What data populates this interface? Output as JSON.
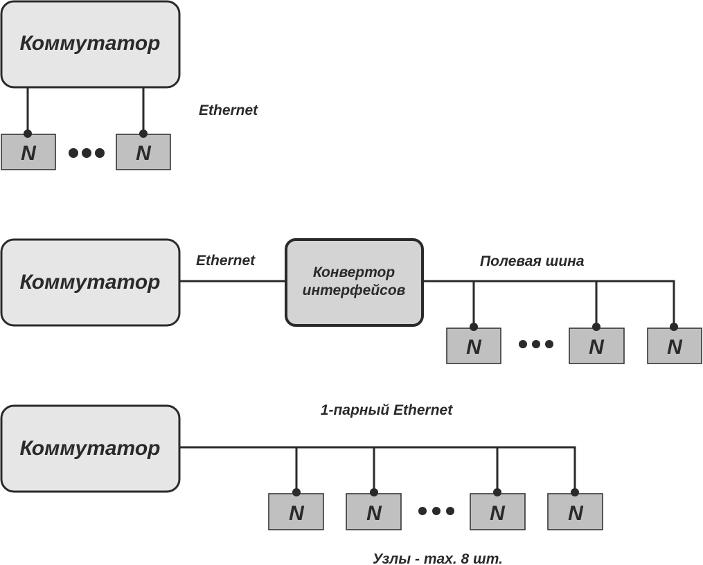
{
  "switch_label": "Коммутатор",
  "node_label": "N",
  "converter_label": [
    "Конвертор",
    "интерфейсов"
  ],
  "diagram1": {
    "network_label": "Ethernet"
  },
  "diagram2": {
    "network_label": "Ethernet",
    "bus_label": "Полевая шина"
  },
  "diagram3": {
    "network_label": "1-парный Ethernet",
    "nodes_caption": "Узлы - max. 8 шт."
  },
  "colors": {
    "box_fill": "#e6e6e6",
    "node_fill": "#c0c0c0",
    "line": "#2a2a2a"
  }
}
